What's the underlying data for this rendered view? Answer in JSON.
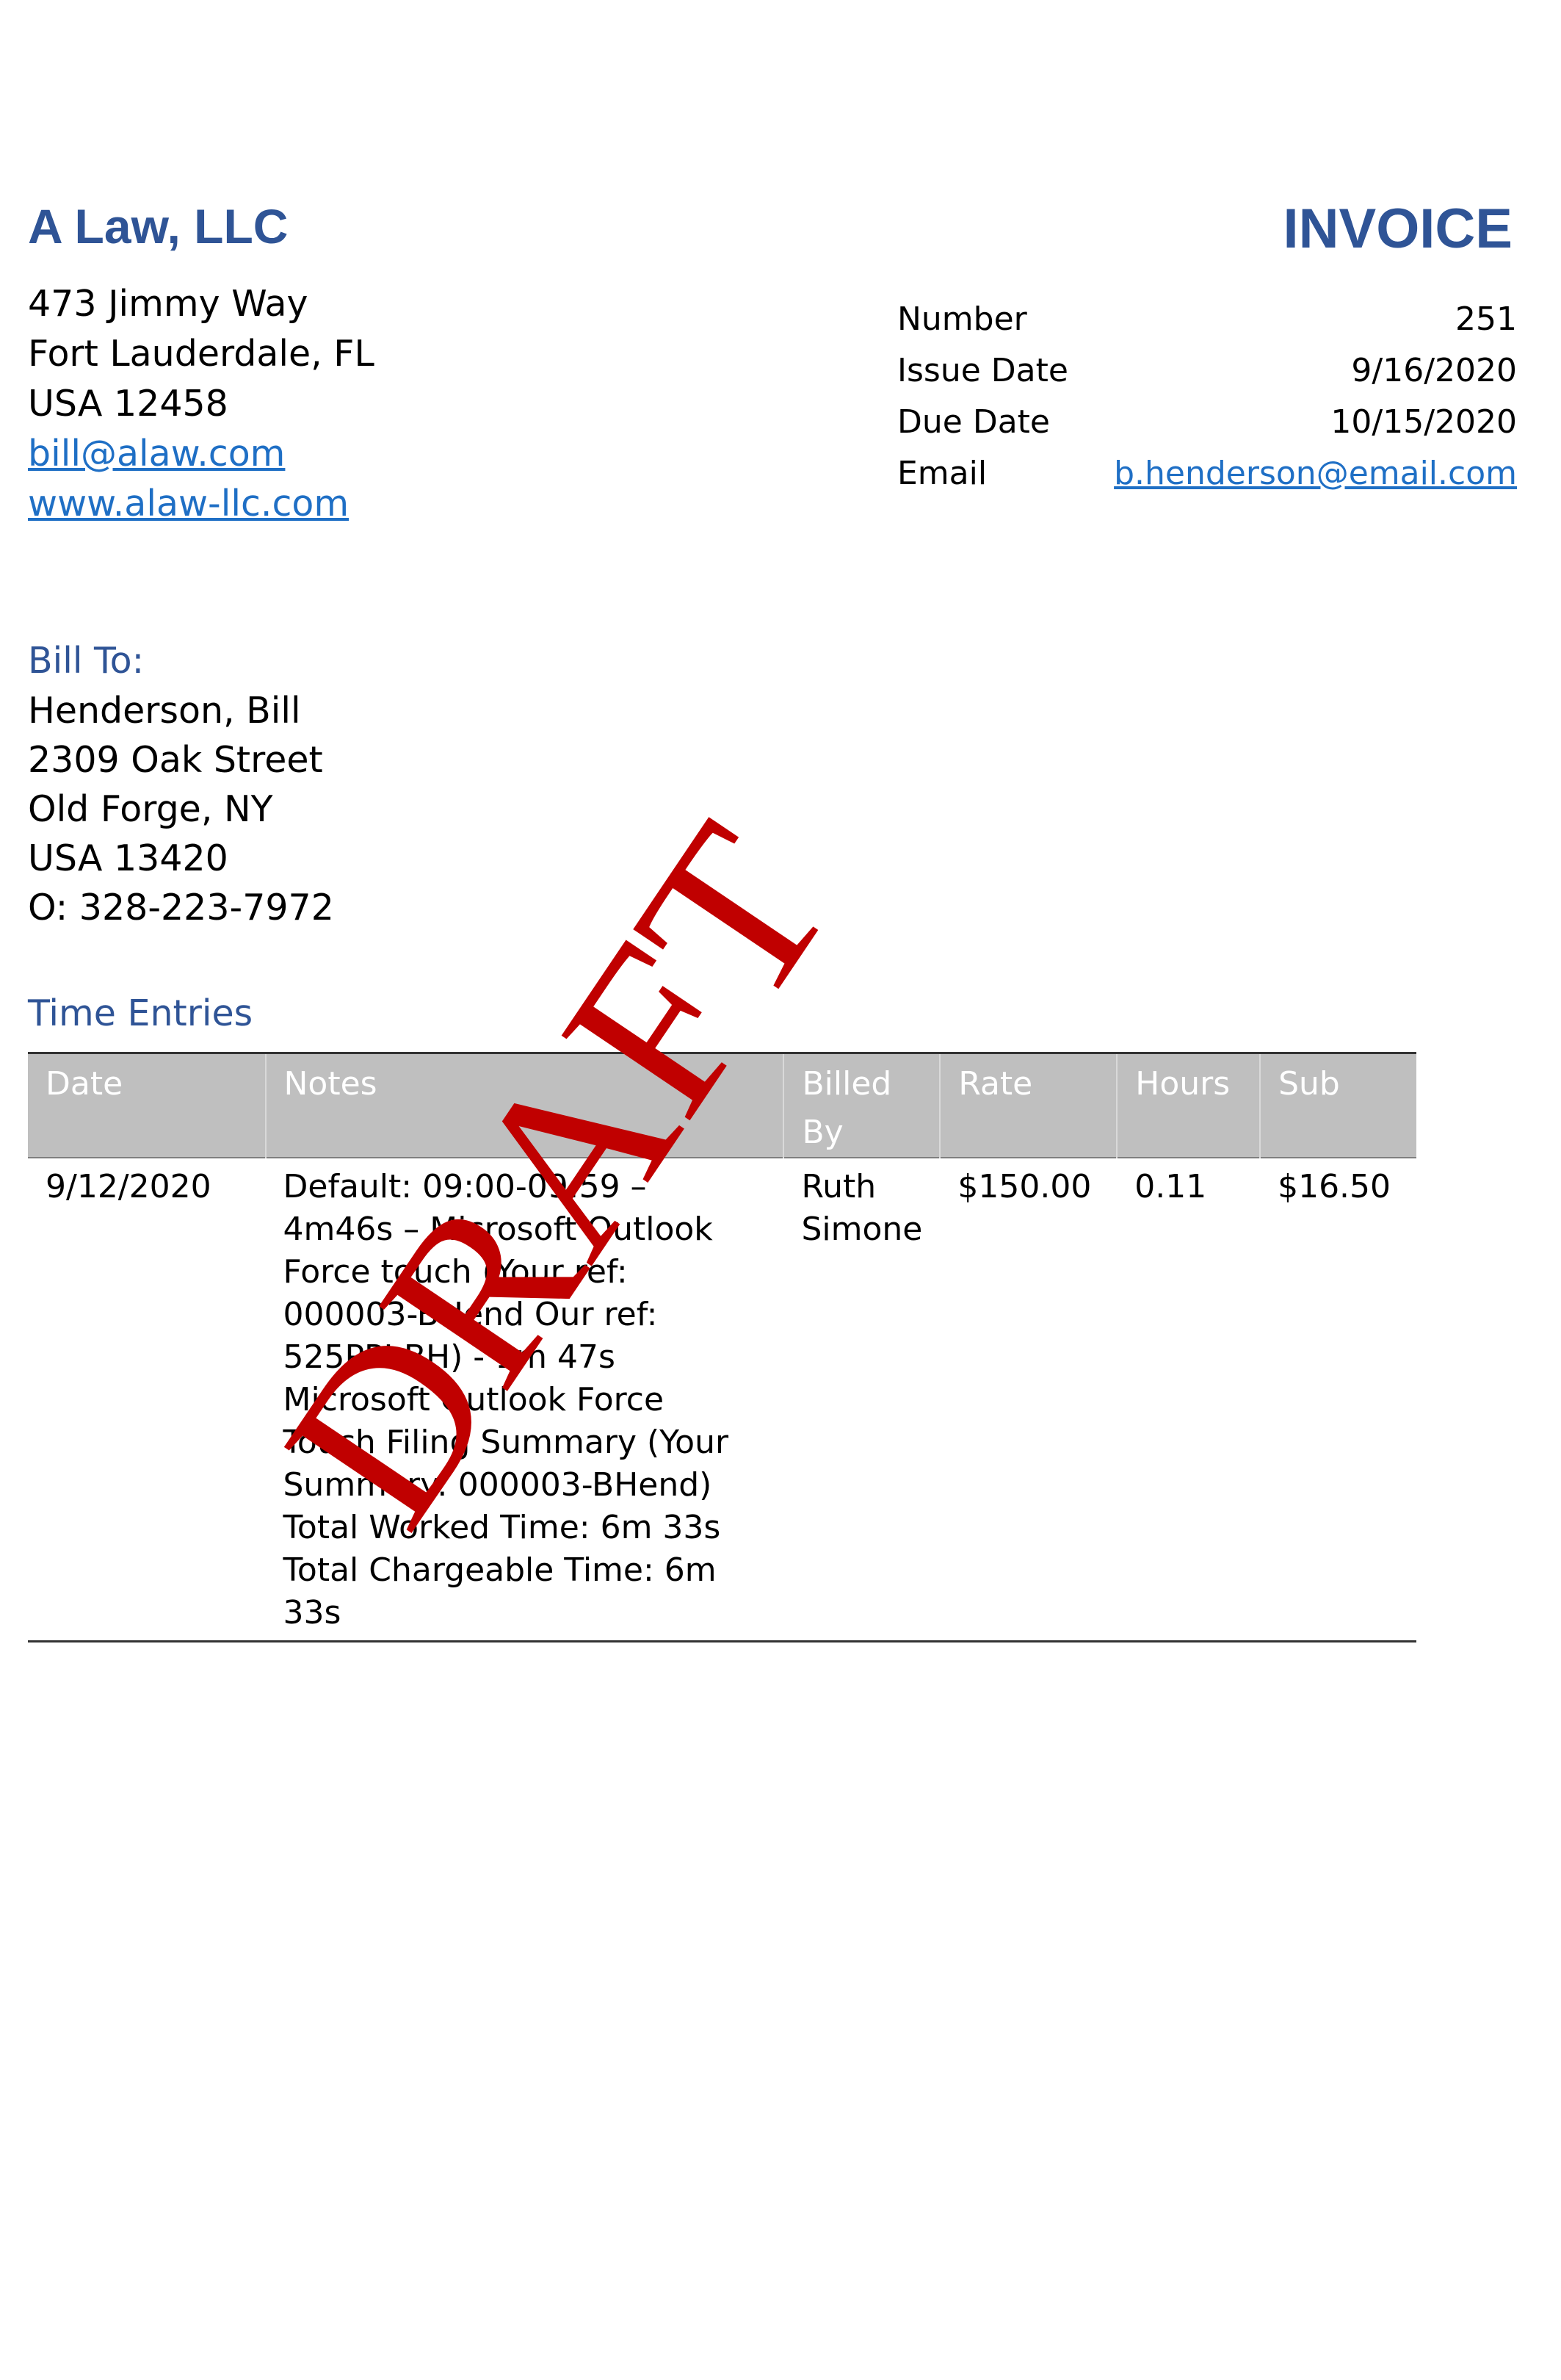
{
  "company": {
    "name": "A Law, LLC",
    "address_line1": "473 Jimmy Way",
    "address_line2": "Fort Lauderdale, FL",
    "address_line3": "USA 12458",
    "email": "bill@alaw.com",
    "website": "www.alaw-llc.com"
  },
  "invoice": {
    "title": "INVOICE",
    "number_label": "Number",
    "number": "251",
    "issue_date_label": "Issue Date",
    "issue_date": "9/16/2020",
    "due_date_label": "Due Date",
    "due_date": "10/15/2020",
    "email_label": "Email",
    "email": "b.henderson@email.com"
  },
  "bill_to": {
    "label": "Bill To:",
    "name": "Henderson, Bill",
    "address_line1": "2309 Oak Street",
    "address_line2": "Old Forge, NY",
    "address_line3": "USA 13420",
    "phone": "O: 328-223-7972"
  },
  "time_entries": {
    "title": "Time Entries",
    "columns": {
      "date": "Date",
      "notes": "Notes",
      "billed_by": "Billed By",
      "rate": "Rate",
      "hours": "Hours",
      "sub": "Sub"
    },
    "rows": [
      {
        "date": "9/12/2020",
        "notes": "Default: 09:00-09:59 – 4m46s – Microsoft Outlook Force touch (Your ref: 000003-BHend Our ref: 525PPI-BH) - 1m 47s Microsoft Outlook Force Touch Filing Summary (Your Summary: 000003-BHend) Total Worked Time: 6m 33s Total Chargeable Time: 6m 33s",
        "billed_by": "Ruth Simone",
        "rate": "$150.00",
        "hours": "0.11",
        "sub": "$16.50"
      }
    ]
  },
  "watermark": {
    "text": "DRAFT",
    "color": "#c00000"
  },
  "colors": {
    "heading_blue": "#2f5496",
    "link_blue": "#1f6fc5",
    "table_header_bg": "#bfbfbf"
  }
}
